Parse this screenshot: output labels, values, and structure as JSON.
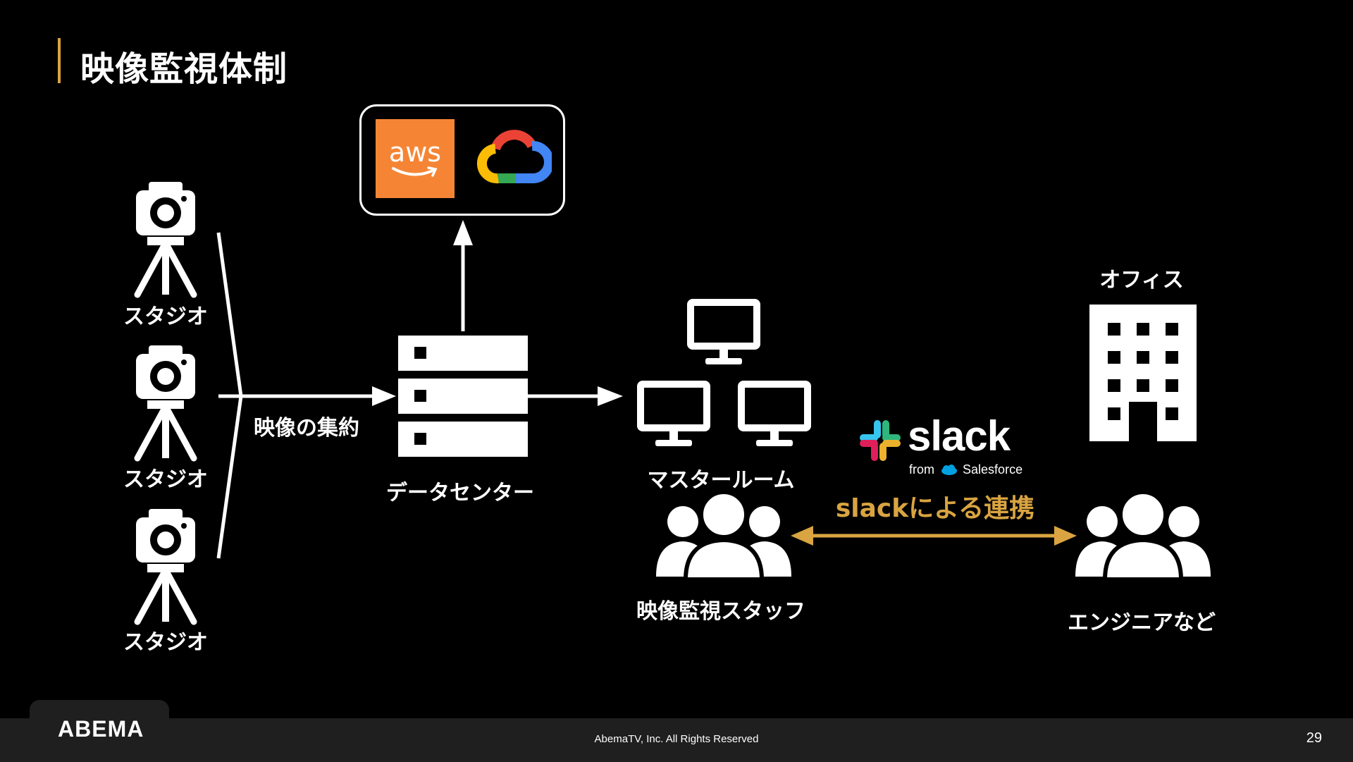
{
  "title": "映像監視体制",
  "nodes": {
    "studio_label": "スタジオ",
    "aggregation_label": "映像の集約",
    "datacenter_label": "データセンター",
    "master_room_label": "マスタールーム",
    "monitoring_staff_label": "映像監視スタッフ",
    "office_label": "オフィス",
    "engineers_label": "エンジニアなど",
    "slack_link_label": "slackによる連携"
  },
  "logos": {
    "aws_text": "aws",
    "slack_word": "slack",
    "slack_from": "from",
    "salesforce": "Salesforce",
    "abema": "ABEMA"
  },
  "footer": {
    "copyright": "AbemaTV, Inc. All Rights Reserved",
    "page_number": "29"
  },
  "colors": {
    "background": "#000000",
    "accent_gold": "#d9a441",
    "aws_orange": "#f58534",
    "footer_bg": "#1f1f1f"
  },
  "icons": [
    "camera-tripod-icon",
    "server-rack-icon",
    "monitor-icon",
    "people-group-icon",
    "office-building-icon",
    "aws-logo",
    "google-cloud-logo",
    "slack-logo"
  ]
}
